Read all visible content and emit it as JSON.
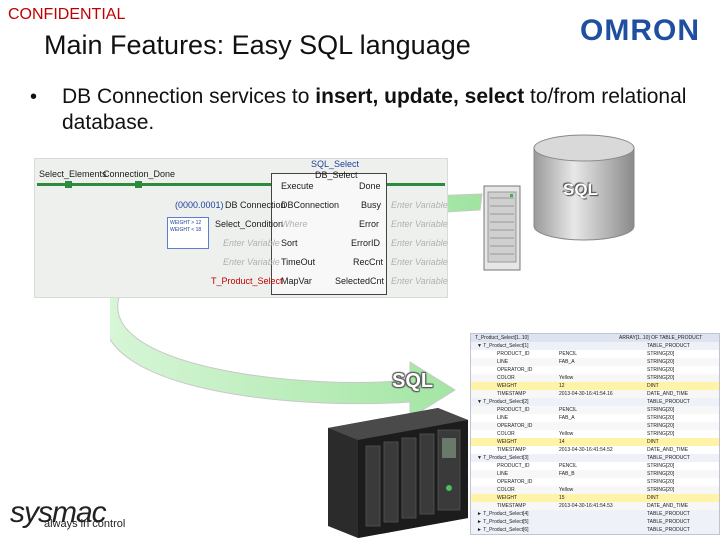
{
  "header": {
    "confidential": "CONFIDENTIAL",
    "title": "Main Features: Easy SQL language",
    "brand": "OMRON"
  },
  "bullet": {
    "symbol": "•",
    "text_before": "DB Connection services to ",
    "bold": "insert, update, select",
    "text_after": " to/from relational database."
  },
  "function_block": {
    "block_name": "SQL_Select",
    "instance": "DB_Select",
    "left_rail_labels": [
      "Select_Elements",
      "Connection_Done"
    ],
    "dbconn_value": "(0000.0001)",
    "inputs": [
      "Execute",
      "DB Connection",
      "Select_Condition",
      "Sort",
      "TimeOut",
      "MapVar"
    ],
    "input_args": [
      "",
      "DBConnection",
      "Where",
      "Enter Variable",
      "Enter Variable",
      "T_Product_Select"
    ],
    "outputs": [
      "Done",
      "Busy",
      "Error",
      "ErrorID",
      "RecCnt",
      "SelectedCnt"
    ],
    "output_args": [
      "Enter Variable",
      "Enter Variable",
      "Enter Variable",
      "Enter Variable",
      "Enter Variable"
    ],
    "tooltip_lines": [
      "WEIGHT > 12",
      "WEIGHT < 18"
    ]
  },
  "labels": {
    "db_sql": "SQL",
    "arrow_sql": "SQL"
  },
  "table": {
    "header_left": "T_Product_Select[1..10]",
    "header_right": "ARRAY[1..10] OF TABLE_PRODUCT",
    "rows": [
      [
        "▼ T_Product_Select[1]",
        "",
        "TABLE_PRODUCT"
      ],
      [
        "PRODUCT_ID",
        "PENCIL",
        "STRING[20]"
      ],
      [
        "LINE",
        "FAB_A",
        "STRING[20]"
      ],
      [
        "OPERATOR_ID",
        "",
        "STRING[20]"
      ],
      [
        "COLOR",
        "Yellow",
        "STRING[20]"
      ],
      [
        "WEIGHT",
        "12",
        "DINT"
      ],
      [
        "TIMESTAMP",
        "2013-04-30-16:41:54.16",
        "DATE_AND_TIME"
      ],
      [
        "▼ T_Product_Select[2]",
        "",
        "TABLE_PRODUCT"
      ],
      [
        "PRODUCT_ID",
        "PENCIL",
        "STRING[20]"
      ],
      [
        "LINE",
        "FAB_A",
        "STRING[20]"
      ],
      [
        "OPERATOR_ID",
        "",
        "STRING[20]"
      ],
      [
        "COLOR",
        "Yellow",
        "STRING[20]"
      ],
      [
        "WEIGHT",
        "14",
        "DINT"
      ],
      [
        "TIMESTAMP",
        "2013-04-30-16:41:54.52",
        "DATE_AND_TIME"
      ],
      [
        "▼ T_Product_Select[3]",
        "",
        "TABLE_PRODUCT"
      ],
      [
        "PRODUCT_ID",
        "PENCIL",
        "STRING[20]"
      ],
      [
        "LINE",
        "FAB_B",
        "STRING[20]"
      ],
      [
        "OPERATOR_ID",
        "",
        "STRING[20]"
      ],
      [
        "COLOR",
        "Yellow",
        "STRING[20]"
      ],
      [
        "WEIGHT",
        "15",
        "DINT"
      ],
      [
        "TIMESTAMP",
        "2013-04-30-16:41:54.53",
        "DATE_AND_TIME"
      ],
      [
        "► T_Product_Select[4]",
        "",
        "TABLE_PRODUCT"
      ],
      [
        "► T_Product_Select[5]",
        "",
        "TABLE_PRODUCT"
      ],
      [
        "► T_Product_Select[6]",
        "",
        "TABLE_PRODUCT"
      ]
    ]
  },
  "footer": {
    "logo": "sysmac",
    "tagline": "always in control"
  },
  "colors": {
    "rail_green": "#2e8b3e",
    "label_red": "#c00000",
    "brand_blue": "#1f4fa0",
    "arrow_green": "#b9f0b9"
  }
}
